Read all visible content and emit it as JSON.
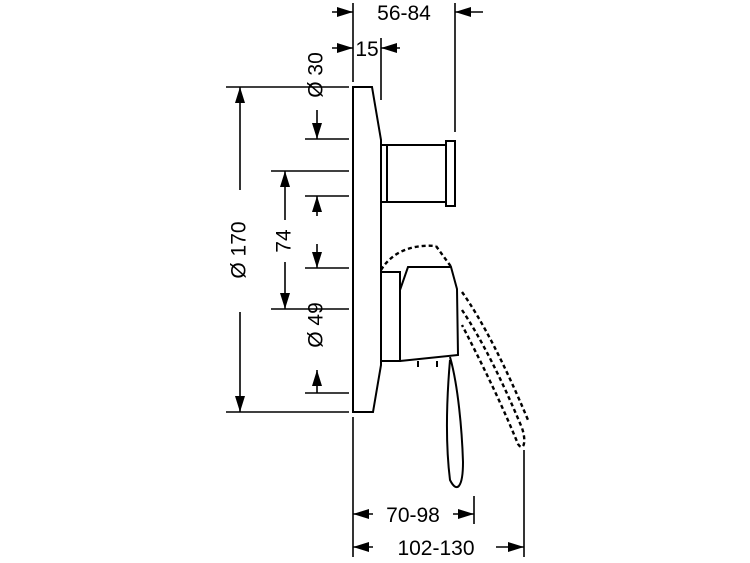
{
  "dimensions": {
    "top_depth": "56-84",
    "top_offset": "15",
    "diverter_diameter": "Ø 30",
    "plate_diameter": "Ø 170",
    "center_distance": "74",
    "cartridge_diameter": "Ø 49",
    "lever_depth": "70-98",
    "total_depth": "102-130"
  }
}
